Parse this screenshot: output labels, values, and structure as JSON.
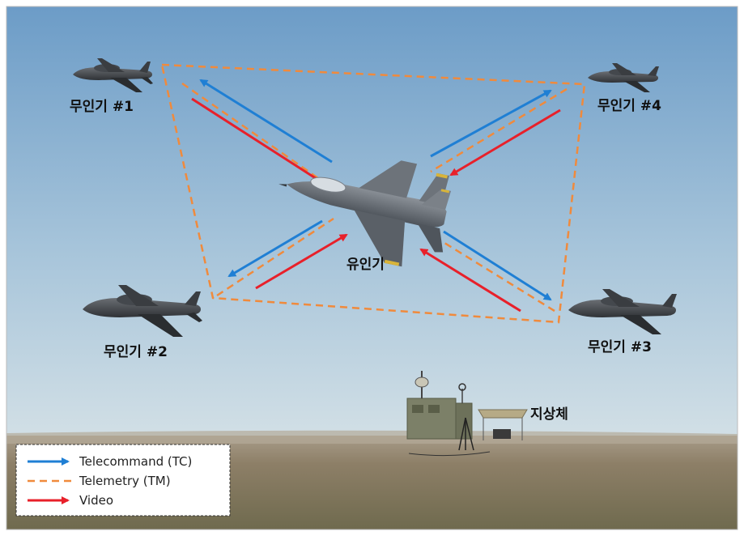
{
  "nodes": {
    "uav1": "무인기 #1",
    "uav2": "무인기 #2",
    "uav3": "무인기 #3",
    "uav4": "무인기 #4",
    "manned": "유인기",
    "ground": "지상체"
  },
  "legend": {
    "tc": "Telecommand (TC)",
    "tm": "Telemetry (TM)",
    "video": "Video"
  },
  "colors": {
    "tc": "#1f7fd4",
    "tm": "#f08a3c",
    "video": "#e8202a",
    "sky_top": "#6f9fc9",
    "sky_bottom": "#c9dbe6",
    "ground": "#8c7f6a"
  }
}
